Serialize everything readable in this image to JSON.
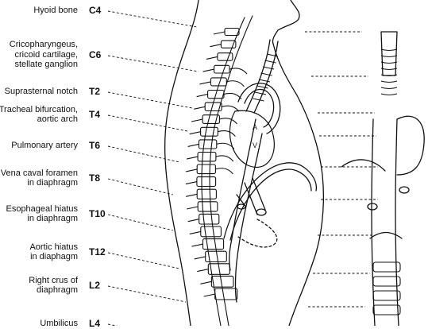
{
  "landmarks": [
    {
      "label": "Hyoid bone",
      "level": "C4"
    },
    {
      "label": "Cricopharyngeus,\ncricoid cartilage,\nstellate ganglion",
      "level": "C6"
    },
    {
      "label": "Suprasternal notch",
      "level": "T2"
    },
    {
      "label": "Tracheal bifurcation,\naortic arch",
      "level": "T4"
    },
    {
      "label": "Pulmonary artery",
      "level": "T6"
    },
    {
      "label": "Vena caval foramen\nin diaphragm",
      "level": "T8"
    },
    {
      "label": "Esophageal hiatus\nin diaphragm",
      "level": "T10"
    },
    {
      "label": "Aortic hiatus\nin diaphagm",
      "level": "T12"
    },
    {
      "label": "Right crus of\ndiaphragm",
      "level": "L2"
    },
    {
      "label": "Umbilicus",
      "level": "L4"
    }
  ],
  "figure_letters": {
    "a": "A",
    "v": "V"
  }
}
